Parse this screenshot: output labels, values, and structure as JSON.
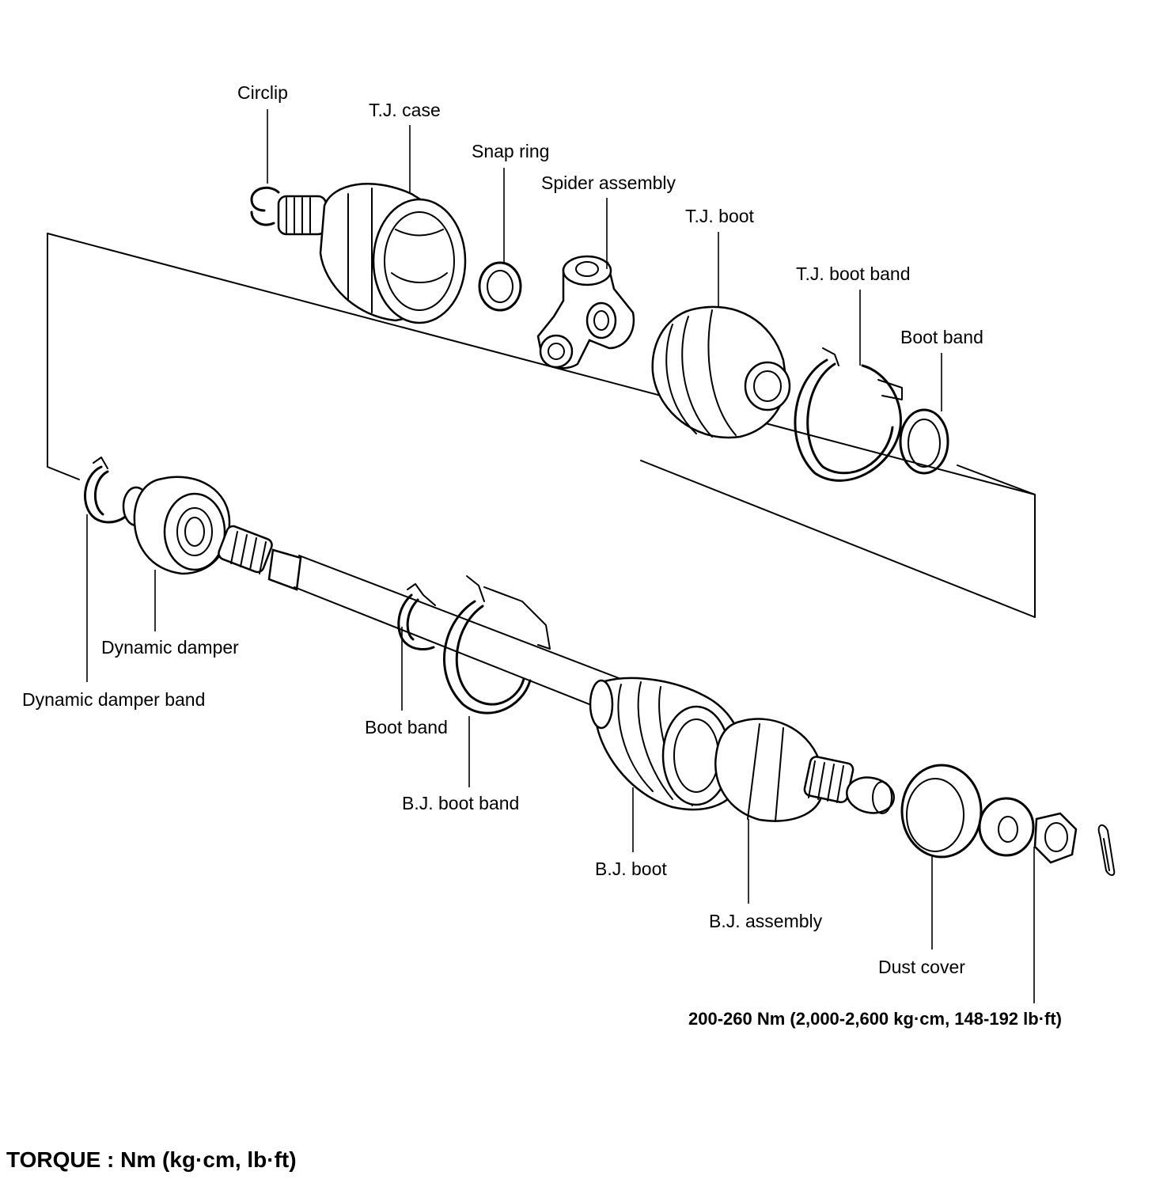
{
  "labels": {
    "circlip": "Circlip",
    "tj_case": "T.J. case",
    "snap_ring": "Snap ring",
    "spider_assembly": "Spider assembly",
    "tj_boot": "T.J. boot",
    "tj_boot_band": "T.J. boot band",
    "boot_band_upper": "Boot band",
    "dynamic_damper": "Dynamic damper",
    "dynamic_damper_band": "Dynamic damper band",
    "boot_band_lower": "Boot band",
    "bj_boot_band": "B.J. boot band",
    "bj_boot": "B.J. boot",
    "bj_assembly": "B.J. assembly",
    "dust_cover": "Dust cover",
    "nut_torque": "200-260 Nm (2,000-2,600 kg·cm, 148-192 lb·ft)"
  },
  "legend": {
    "torque": "TORQUE : Nm (kg·cm, lb·ft)"
  }
}
